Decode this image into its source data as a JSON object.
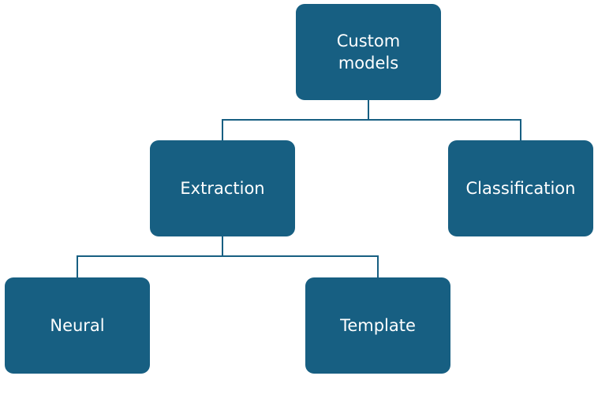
{
  "diagram": {
    "nodes": {
      "root": {
        "label": "Custom\nmodels"
      },
      "extraction": {
        "label": "Extraction"
      },
      "classification": {
        "label": "Classification"
      },
      "neural": {
        "label": "Neural"
      },
      "template": {
        "label": "Template"
      }
    },
    "edges": [
      {
        "from": "root",
        "to": "extraction"
      },
      {
        "from": "root",
        "to": "classification"
      },
      {
        "from": "extraction",
        "to": "neural"
      },
      {
        "from": "extraction",
        "to": "template"
      }
    ],
    "colors": {
      "node_fill": "#175f82",
      "node_text": "#ffffff",
      "connector": "#175f82"
    }
  }
}
